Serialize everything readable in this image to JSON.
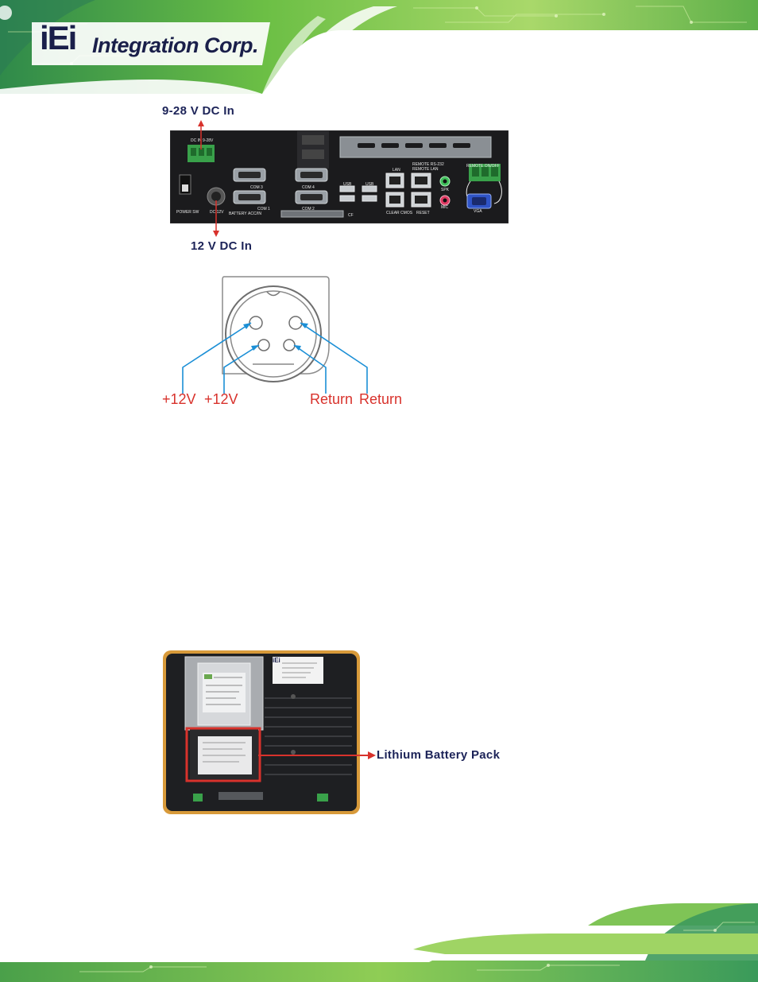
{
  "header": {
    "logo_mark": "iEi",
    "logo_name": "Integration Corp."
  },
  "figure_rear_panel": {
    "callout_top": "9-28 V DC In",
    "callout_bottom": "12 V DC In",
    "panel_labels": {
      "dc_in": "DC IN 9-28V",
      "remote_rs232": "REMOTE RS-232",
      "remote_lan": "REMOTE LAN",
      "remote_onoff": "REMOTE ON/OFF",
      "lan": "LAN",
      "usb1": "USB",
      "usb2": "USB",
      "com3": "COM 3",
      "com4": "COM 4",
      "com1": "COM 1",
      "com2": "COM 2",
      "power_sw": "POWER SW",
      "dc_12v": "DC 12V",
      "battery": "BATTERY",
      "acc": "ACC/IN",
      "spk": "SPK",
      "mic": "MIC",
      "vga": "VGA",
      "reset": "RESET",
      "clear_cmos": "CLEAR CMOS",
      "cf": "CF"
    }
  },
  "figure_connector": {
    "pin_labels": [
      "+12V",
      "+12V",
      "Return",
      "Return"
    ]
  },
  "figure_battery": {
    "callout": "Lithium Battery Pack",
    "brand": "iEi"
  },
  "colors": {
    "navy": "#1c2358",
    "red": "#d8322c",
    "blue_leader": "#1b8fd6",
    "green": "#5aa83c"
  }
}
